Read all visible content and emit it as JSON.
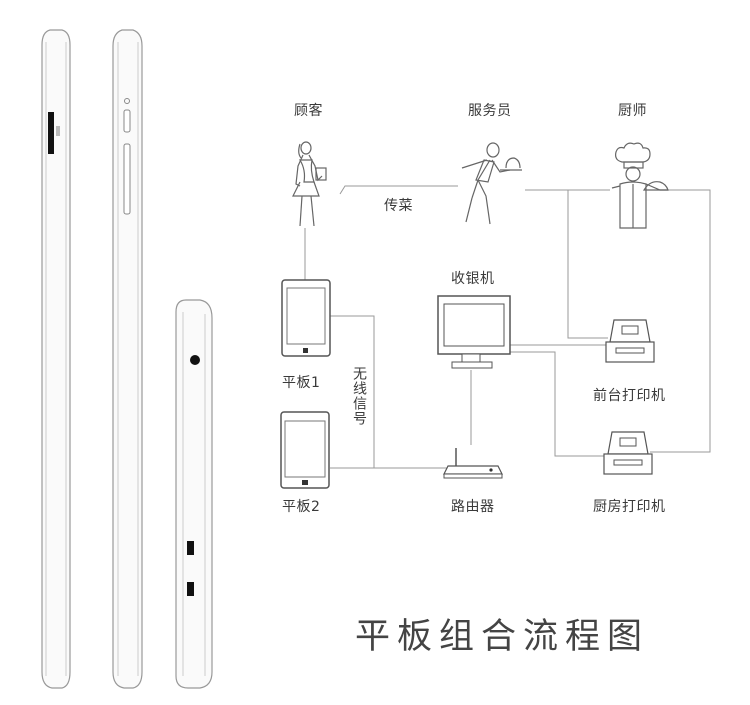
{
  "roles": {
    "customer": "顾客",
    "waiter": "服务员",
    "chef": "厨师"
  },
  "edge_serve": "传菜",
  "devices": {
    "cashier": "收银机",
    "tablet1": "平板1",
    "tablet2": "平板2",
    "router": "路由器",
    "front_printer": "前台打印机",
    "kitchen_printer": "厨房打印机"
  },
  "edge_wireless": "无线信号",
  "title": "平板组合流程图"
}
